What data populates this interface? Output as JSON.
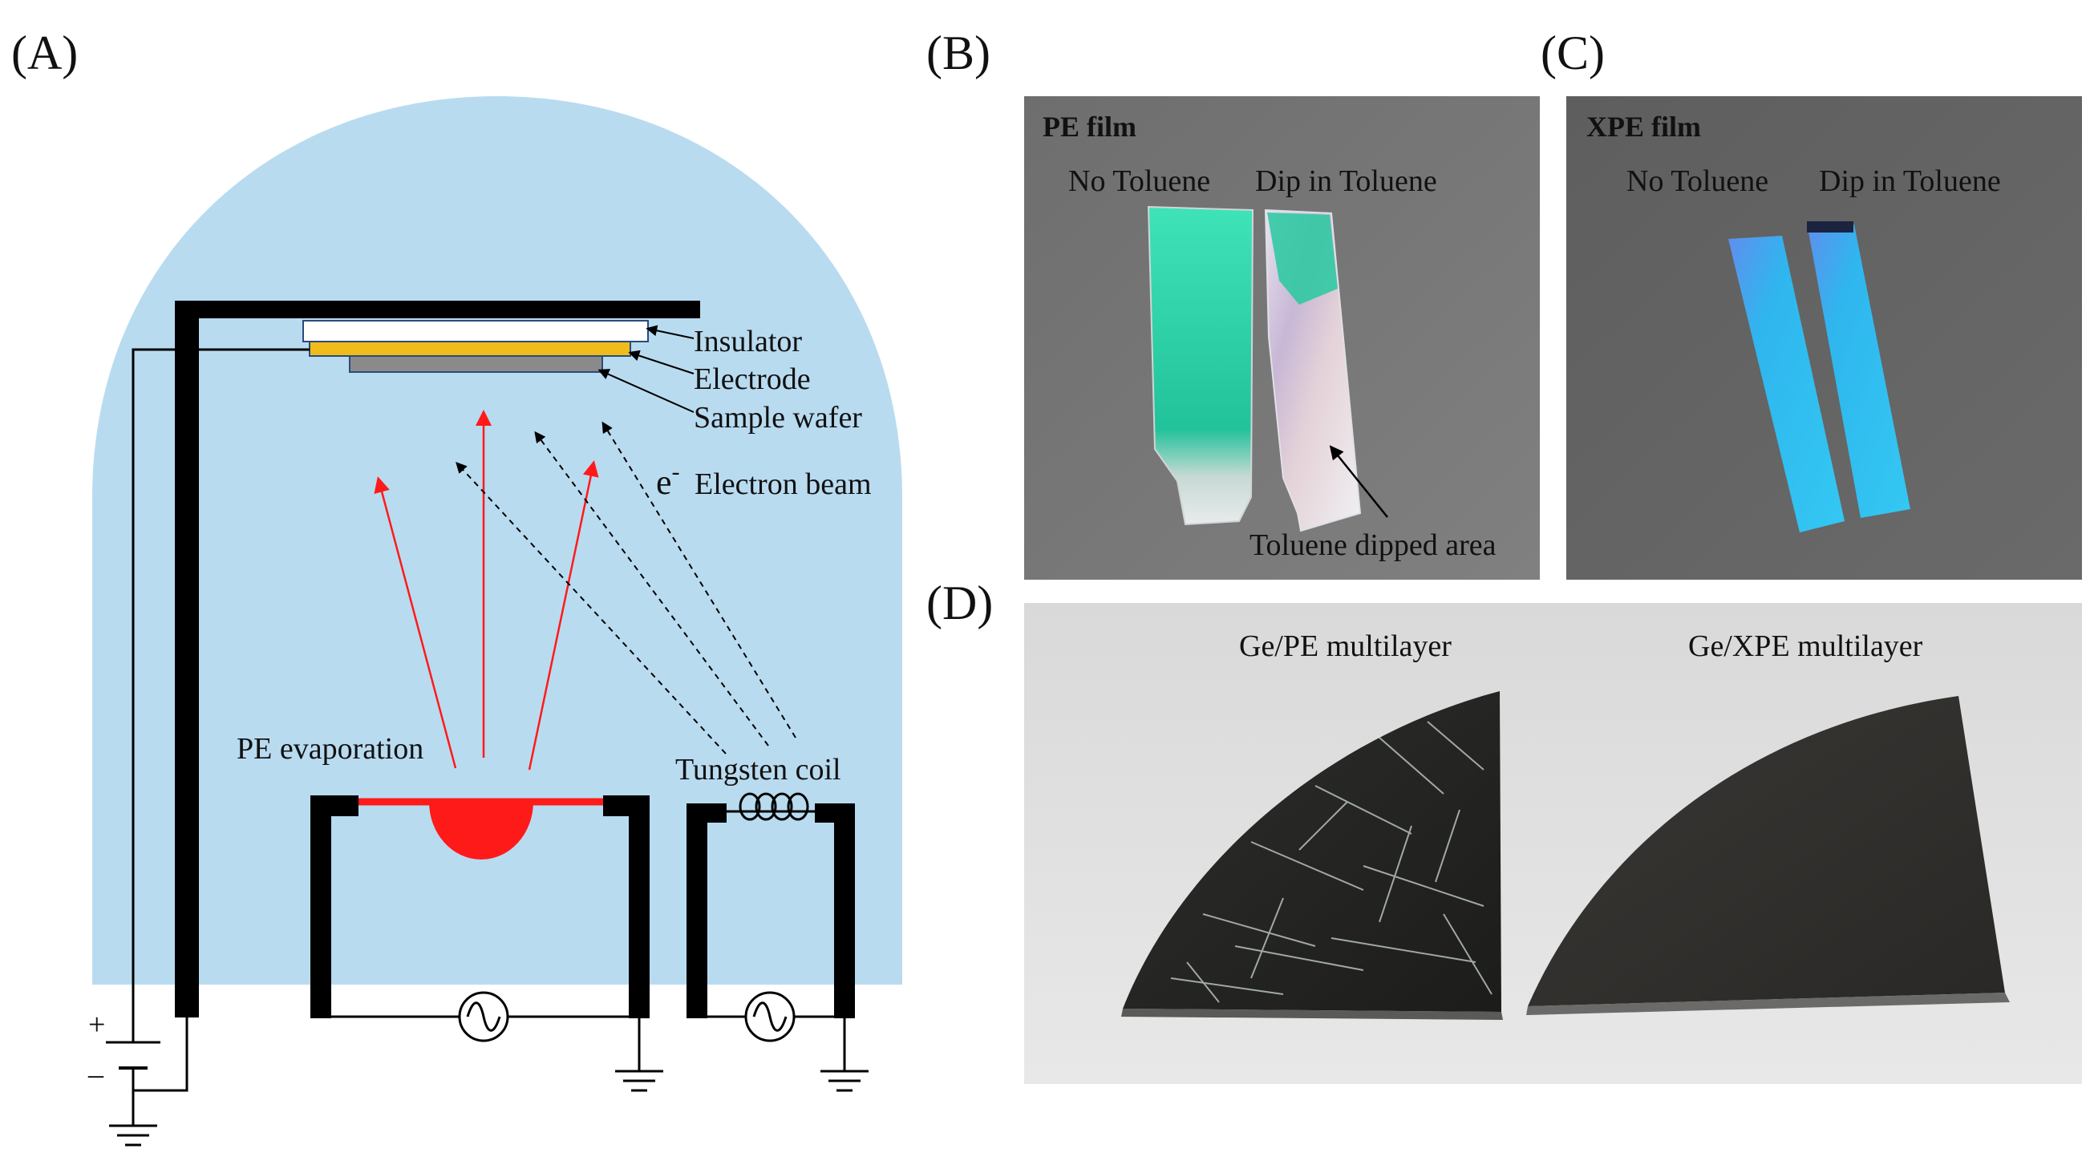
{
  "panels": {
    "a": "(A)",
    "b": "(B)",
    "c": "(C)",
    "d": "(D)"
  },
  "panel_a": {
    "insulator": "Insulator",
    "electrode": "Electrode",
    "sample_wafer": "Sample wafer",
    "electron_symbol": "e",
    "electron_sup": "-",
    "electron_beam": "Electron beam",
    "pe_evaporation": "PE evaporation",
    "tungsten_coil": "Tungsten coil",
    "plus": "+",
    "minus": "–"
  },
  "panel_b": {
    "title": "PE film",
    "left": "No Toluene",
    "right": "Dip in Toluene",
    "annotation": "Toluene dipped area"
  },
  "panel_c": {
    "title": "XPE film",
    "left": "No Toluene",
    "right": "Dip in Toluene"
  },
  "panel_d": {
    "left": "Ge/PE multilayer",
    "right": "Ge/XPE multilayer"
  },
  "colors": {
    "chamber": "#b9dbf0",
    "insulator": "#ffffff",
    "electrode": "#f0bc1c",
    "wafer": "#8a8a8a",
    "pe_red": "#ff1a1a",
    "frame": "#000000",
    "pe_film": "#2dd4a6",
    "xpe_film": "#29b6e8"
  }
}
